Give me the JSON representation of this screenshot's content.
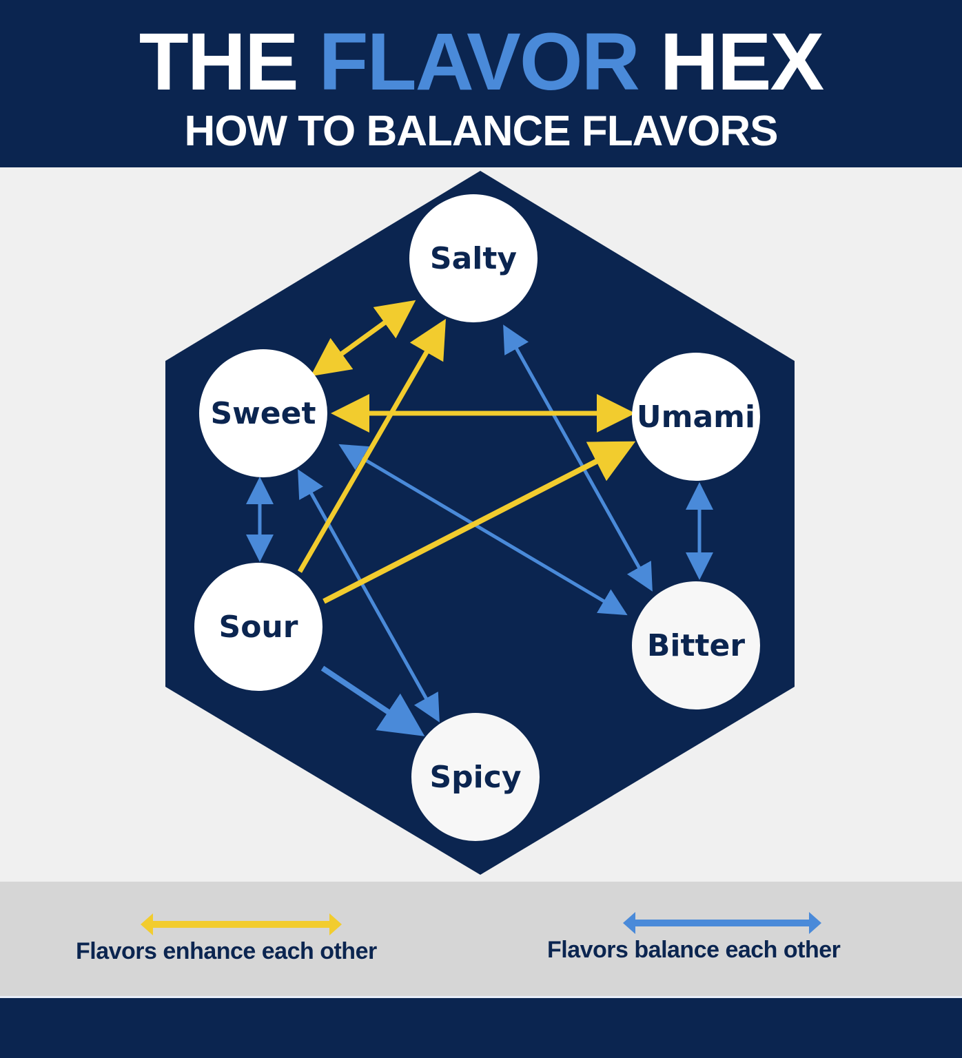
{
  "header": {
    "title_part1": "THE ",
    "title_accent": "FLAVOR",
    "title_part2": " HEX",
    "subtitle": "HOW TO BALANCE FLAVORS"
  },
  "colors": {
    "navy": "#0b2550",
    "accent_blue": "#4a8ad9",
    "enhance_yellow": "#f2cc2e",
    "balance_blue": "#4a8ad9",
    "background": "#f0f0f0",
    "legend_band": "#d6d6d6"
  },
  "nodes": [
    {
      "id": "salty",
      "label": "Salty"
    },
    {
      "id": "sweet",
      "label": "Sweet"
    },
    {
      "id": "umami",
      "label": "Umami"
    },
    {
      "id": "sour",
      "label": "Sour"
    },
    {
      "id": "bitter",
      "label": "Bitter"
    },
    {
      "id": "spicy",
      "label": "Spicy"
    }
  ],
  "edges": [
    {
      "from": "Sweet",
      "to": "Salty",
      "type": "enhance",
      "direction": "both"
    },
    {
      "from": "Sweet",
      "to": "Umami",
      "type": "enhance",
      "direction": "both"
    },
    {
      "from": "Sour",
      "to": "Salty",
      "type": "enhance",
      "direction": "to"
    },
    {
      "from": "Sour",
      "to": "Umami",
      "type": "enhance",
      "direction": "to"
    },
    {
      "from": "Salty",
      "to": "Bitter",
      "type": "balance",
      "direction": "both"
    },
    {
      "from": "Sweet",
      "to": "Bitter",
      "type": "balance",
      "direction": "both"
    },
    {
      "from": "Sweet",
      "to": "Spicy",
      "type": "balance",
      "direction": "both"
    },
    {
      "from": "Sweet",
      "to": "Sour",
      "type": "balance",
      "direction": "both"
    },
    {
      "from": "Umami",
      "to": "Bitter",
      "type": "balance",
      "direction": "both"
    },
    {
      "from": "Sour",
      "to": "Spicy",
      "type": "balance",
      "direction": "to"
    }
  ],
  "legend": {
    "enhance_label": "Flavors enhance each other",
    "balance_label": "Flavors balance each other"
  }
}
